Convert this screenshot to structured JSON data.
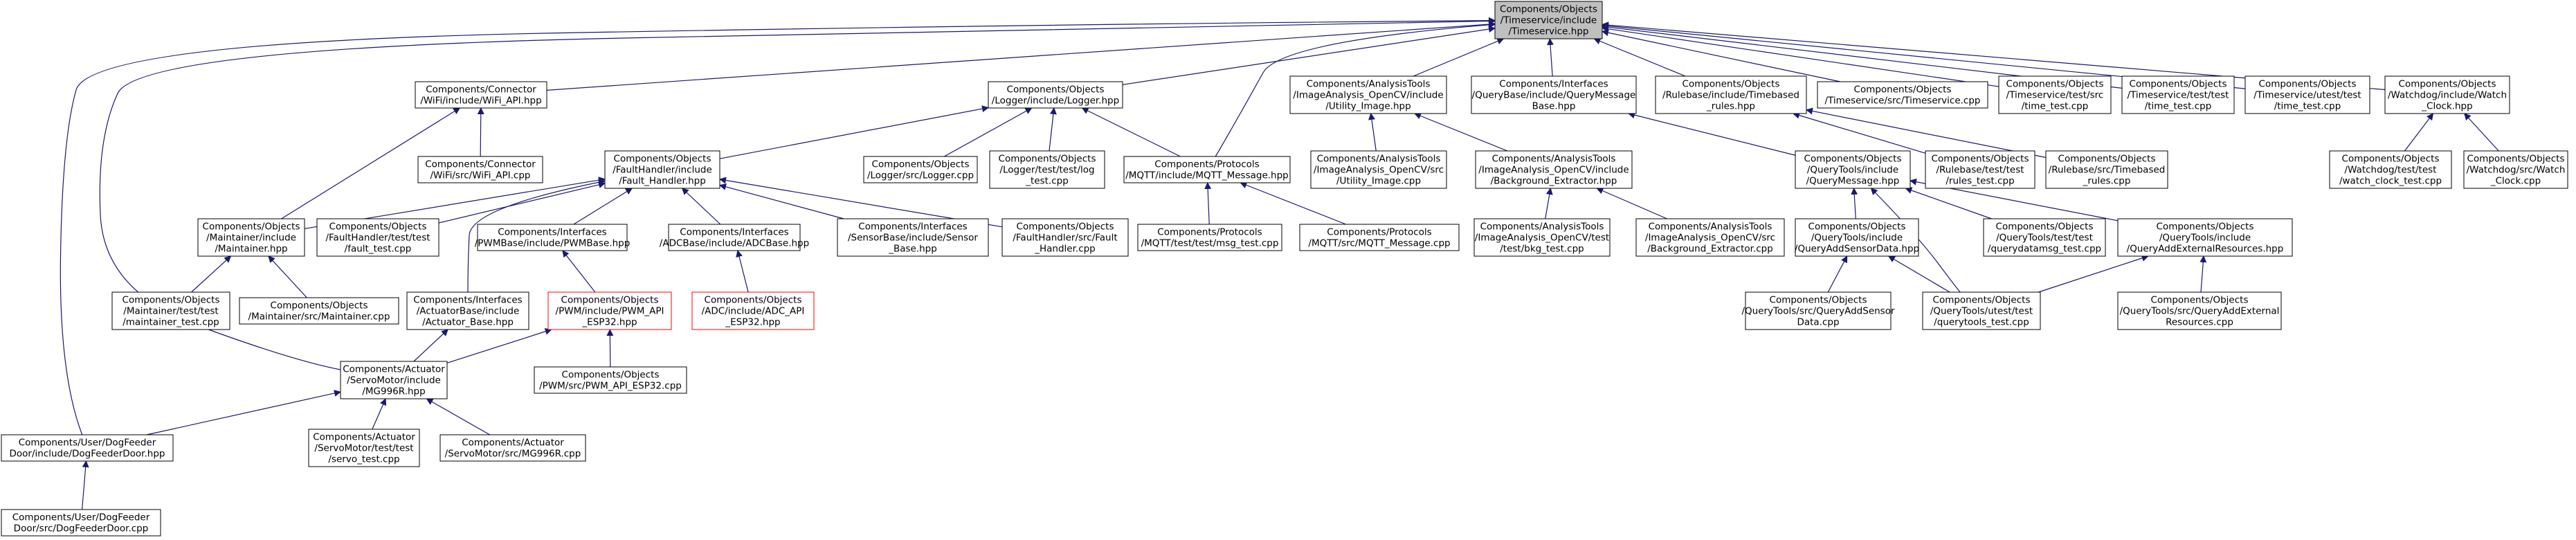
{
  "colors": {
    "background": "#ffffff",
    "node_fill": "#ffffff",
    "root_fill": "#bfbfbf",
    "node_stroke": "#000000",
    "missing_stroke": "#ff0000",
    "edge": "#191970"
  },
  "nodes": [
    {
      "id": "root",
      "lines": [
        "Components/Objects",
        "/Timeservice/include",
        "/Timeservice.hpp"
      ],
      "kind": "root"
    },
    {
      "id": "wifi_api",
      "lines": [
        "Components/Connector",
        "/WiFi/include/WiFi_API.hpp"
      ]
    },
    {
      "id": "logger",
      "lines": [
        "Components/Objects",
        "/Logger/include/Logger.hpp"
      ]
    },
    {
      "id": "utility_image",
      "lines": [
        "Components/AnalysisTools",
        "/ImageAnalysis_OpenCV/include",
        "/Utility_Image.hpp"
      ]
    },
    {
      "id": "querybase",
      "lines": [
        "Components/Interfaces",
        "/QueryBase/include/QueryMessage",
        "Base.hpp"
      ]
    },
    {
      "id": "timebased_rules",
      "lines": [
        "Components/Objects",
        "/Rulebase/include/Timebased",
        "_rules.hpp"
      ]
    },
    {
      "id": "timeservice_cpp",
      "lines": [
        "Components/Objects",
        "/Timeservice/src/Timeservice.cpp"
      ]
    },
    {
      "id": "time_test_src",
      "lines": [
        "Components/Objects",
        "/Timeservice/test/src",
        "/time_test.cpp"
      ]
    },
    {
      "id": "time_test_test",
      "lines": [
        "Components/Objects",
        "/Timeservice/test/test",
        "/time_test.cpp"
      ]
    },
    {
      "id": "time_test_utest",
      "lines": [
        "Components/Objects",
        "/Timeservice/utest/test",
        "/time_test.cpp"
      ]
    },
    {
      "id": "watch_clock_hpp",
      "lines": [
        "Components/Objects",
        "/Watchdog/include/Watch",
        "_Clock.hpp"
      ]
    },
    {
      "id": "wifi_cpp",
      "lines": [
        "Components/Connector",
        "/WiFi/src/WiFi_API.cpp"
      ]
    },
    {
      "id": "fault_handler",
      "lines": [
        "Components/Objects",
        "/FaultHandler/include",
        "/Fault_Handler.hpp"
      ]
    },
    {
      "id": "logger_cpp",
      "lines": [
        "Components/Objects",
        "/Logger/src/Logger.cpp"
      ]
    },
    {
      "id": "log_test",
      "lines": [
        "Components/Objects",
        "/Logger/test/test/log",
        "_test.cpp"
      ]
    },
    {
      "id": "mqtt_hpp",
      "lines": [
        "Components/Protocols",
        "/MQTT/include/MQTT_Message.hpp"
      ]
    },
    {
      "id": "utility_image_cpp",
      "lines": [
        "Components/AnalysisTools",
        "/ImageAnalysis_OpenCV/src",
        "/Utility_Image.cpp"
      ]
    },
    {
      "id": "bkg_extractor",
      "lines": [
        "Components/AnalysisTools",
        "/ImageAnalysis_OpenCV/include",
        "/Background_Extractor.hpp"
      ]
    },
    {
      "id": "querymessage",
      "lines": [
        "Components/Objects",
        "/QueryTools/include",
        "/QueryMessage.hpp"
      ]
    },
    {
      "id": "rules_test",
      "lines": [
        "Components/Objects",
        "/Rulebase/test/test",
        "/rules_test.cpp"
      ]
    },
    {
      "id": "timebased_rules_cpp",
      "lines": [
        "Components/Objects",
        "/Rulebase/src/Timebased",
        "_rules.cpp"
      ]
    },
    {
      "id": "watch_clock_test",
      "lines": [
        "Components/Objects",
        "/Watchdog/test/test",
        "/watch_clock_test.cpp"
      ]
    },
    {
      "id": "watch_clock_cpp",
      "lines": [
        "Components/Objects",
        "/Watchdog/src/Watch",
        "_Clock.cpp"
      ]
    },
    {
      "id": "maintainer_hpp",
      "lines": [
        "Components/Objects",
        "/Maintainer/include",
        "/Maintainer.hpp"
      ]
    },
    {
      "id": "fault_test",
      "lines": [
        "Components/Objects",
        "/FaultHandler/test/test",
        "/fault_test.cpp"
      ]
    },
    {
      "id": "pwmbase",
      "lines": [
        "Components/Interfaces",
        "/PWMBase/include/PWMBase.hpp"
      ]
    },
    {
      "id": "adcbase",
      "lines": [
        "Components/Interfaces",
        "/ADCBase/include/ADCBase.hpp"
      ]
    },
    {
      "id": "sensorbase",
      "lines": [
        "Components/Interfaces",
        "/SensorBase/include/Sensor",
        "_Base.hpp"
      ]
    },
    {
      "id": "fault_handler_cpp",
      "lines": [
        "Components/Objects",
        "/FaultHandler/src/Fault",
        "_Handler.cpp"
      ]
    },
    {
      "id": "msg_test",
      "lines": [
        "Components/Protocols",
        "/MQTT/test/test/msg_test.cpp"
      ]
    },
    {
      "id": "mqtt_cpp",
      "lines": [
        "Components/Protocols",
        "/MQTT/src/MQTT_Message.cpp"
      ]
    },
    {
      "id": "bkg_test",
      "lines": [
        "Components/AnalysisTools",
        "/ImageAnalysis_OpenCV/test",
        "/test/bkg_test.cpp"
      ]
    },
    {
      "id": "bkg_extractor_cpp",
      "lines": [
        "Components/AnalysisTools",
        "/ImageAnalysis_OpenCV/src",
        "/Background_Extractor.cpp"
      ]
    },
    {
      "id": "query_add_sensor_hpp",
      "lines": [
        "Components/Objects",
        "/QueryTools/include",
        "/QueryAddSensorData.hpp"
      ]
    },
    {
      "id": "querydatamsg_test",
      "lines": [
        "Components/Objects",
        "/QueryTools/test/test",
        "/querydatamsg_test.cpp"
      ]
    },
    {
      "id": "query_add_external_hpp",
      "lines": [
        "Components/Objects",
        "/QueryTools/include",
        "/QueryAddExternalResources.hpp"
      ]
    },
    {
      "id": "maintainer_test",
      "lines": [
        "Components/Objects",
        "/Maintainer/test/test",
        "/maintainer_test.cpp"
      ]
    },
    {
      "id": "maintainer_cpp",
      "lines": [
        "Components/Objects",
        "/Maintainer/src/Maintainer.cpp"
      ]
    },
    {
      "id": "actuator_base",
      "lines": [
        "Components/Interfaces",
        "/ActuatorBase/include",
        "/Actuator_Base.hpp"
      ]
    },
    {
      "id": "pwm_api",
      "lines": [
        "Components/Objects",
        "/PWM/include/PWM_API",
        "_ESP32.hpp"
      ],
      "kind": "red"
    },
    {
      "id": "adc_api",
      "lines": [
        "Components/Objects",
        "/ADC/include/ADC_API",
        "_ESP32.hpp"
      ],
      "kind": "red"
    },
    {
      "id": "query_add_sensor_cpp",
      "lines": [
        "Components/Objects",
        "/QueryTools/src/QueryAddSensor",
        "Data.cpp"
      ]
    },
    {
      "id": "querytools_test",
      "lines": [
        "Components/Objects",
        "/QueryTools/utest/test",
        "/querytools_test.cpp"
      ]
    },
    {
      "id": "query_add_external_cpp",
      "lines": [
        "Components/Objects",
        "/QueryTools/src/QueryAddExternal",
        "Resources.cpp"
      ]
    },
    {
      "id": "mg996r_hpp",
      "lines": [
        "Components/Actuator",
        "/ServoMotor/include",
        "/MG996R.hpp"
      ]
    },
    {
      "id": "pwm_api_cpp",
      "lines": [
        "Components/Objects",
        "/PWM/src/PWM_API_ESP32.cpp"
      ]
    },
    {
      "id": "dogfeeder_hpp",
      "lines": [
        "Components/User/DogFeeder",
        "Door/include/DogFeederDoor.hpp"
      ]
    },
    {
      "id": "servo_test",
      "lines": [
        "Components/Actuator",
        "/ServoMotor/test/test",
        "/servo_test.cpp"
      ]
    },
    {
      "id": "mg996r_cpp",
      "lines": [
        "Components/Actuator",
        "/ServoMotor/src/MG996R.cpp"
      ]
    },
    {
      "id": "dogfeeder_cpp",
      "lines": [
        "Components/User/DogFeeder",
        "Door/src/DogFeederDoor.cpp"
      ]
    }
  ],
  "edges": [
    [
      "root",
      "wifi_api"
    ],
    [
      "root",
      "logger"
    ],
    [
      "root",
      "utility_image"
    ],
    [
      "root",
      "querybase"
    ],
    [
      "root",
      "timebased_rules"
    ],
    [
      "root",
      "timeservice_cpp"
    ],
    [
      "root",
      "time_test_src"
    ],
    [
      "root",
      "time_test_test"
    ],
    [
      "root",
      "time_test_utest"
    ],
    [
      "root",
      "watch_clock_hpp"
    ],
    [
      "root",
      "mqtt_hpp"
    ],
    [
      "root",
      "mg996r_hpp"
    ],
    [
      "root",
      "dogfeeder_hpp"
    ],
    [
      "wifi_api",
      "wifi_cpp"
    ],
    [
      "wifi_api",
      "maintainer_hpp"
    ],
    [
      "logger",
      "fault_handler"
    ],
    [
      "logger",
      "logger_cpp"
    ],
    [
      "logger",
      "log_test"
    ],
    [
      "logger",
      "mqtt_hpp"
    ],
    [
      "utility_image",
      "utility_image_cpp"
    ],
    [
      "utility_image",
      "bkg_extractor"
    ],
    [
      "querybase",
      "querymessage"
    ],
    [
      "timebased_rules",
      "rules_test"
    ],
    [
      "timebased_rules",
      "timebased_rules_cpp"
    ],
    [
      "watch_clock_hpp",
      "watch_clock_test"
    ],
    [
      "watch_clock_hpp",
      "watch_clock_cpp"
    ],
    [
      "fault_handler",
      "maintainer_hpp"
    ],
    [
      "fault_handler",
      "fault_test"
    ],
    [
      "fault_handler",
      "pwmbase"
    ],
    [
      "fault_handler",
      "adcbase"
    ],
    [
      "fault_handler",
      "sensorbase"
    ],
    [
      "fault_handler",
      "fault_handler_cpp"
    ],
    [
      "fault_handler",
      "actuator_base"
    ],
    [
      "mqtt_hpp",
      "msg_test"
    ],
    [
      "mqtt_hpp",
      "mqtt_cpp"
    ],
    [
      "bkg_extractor",
      "bkg_test"
    ],
    [
      "bkg_extractor",
      "bkg_extractor_cpp"
    ],
    [
      "querymessage",
      "query_add_sensor_hpp"
    ],
    [
      "querymessage",
      "querydatamsg_test"
    ],
    [
      "querymessage",
      "query_add_external_hpp"
    ],
    [
      "querymessage",
      "querytools_test"
    ],
    [
      "maintainer_hpp",
      "maintainer_test"
    ],
    [
      "maintainer_hpp",
      "maintainer_cpp"
    ],
    [
      "pwmbase",
      "pwm_api"
    ],
    [
      "adcbase",
      "adc_api"
    ],
    [
      "pwm_api",
      "mg996r_hpp"
    ],
    [
      "pwm_api",
      "pwm_api_cpp"
    ],
    [
      "actuator_base",
      "mg996r_hpp"
    ],
    [
      "query_add_sensor_hpp",
      "query_add_sensor_cpp"
    ],
    [
      "query_add_sensor_hpp",
      "querytools_test"
    ],
    [
      "query_add_external_hpp",
      "querytools_test"
    ],
    [
      "query_add_external_hpp",
      "query_add_external_cpp"
    ],
    [
      "mg996r_hpp",
      "dogfeeder_hpp"
    ],
    [
      "mg996r_hpp",
      "servo_test"
    ],
    [
      "mg996r_hpp",
      "mg996r_cpp"
    ],
    [
      "dogfeeder_hpp",
      "dogfeeder_cpp"
    ]
  ]
}
